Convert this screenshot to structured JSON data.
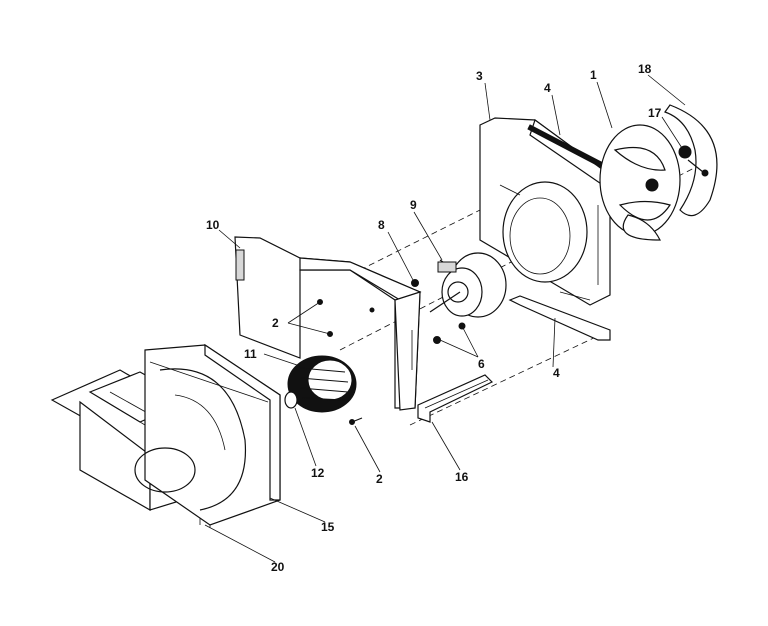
{
  "diagram": {
    "callouts": {
      "c1": "1",
      "c2a": "2",
      "c2b": "2",
      "c3": "3",
      "c4a": "4",
      "c4b": "4",
      "c6": "6",
      "c8": "8",
      "c9": "9",
      "c10": "10",
      "c11": "11",
      "c12": "12",
      "c15": "15",
      "c16": "16",
      "c17": "17",
      "c18": "18",
      "c20": "20"
    }
  }
}
